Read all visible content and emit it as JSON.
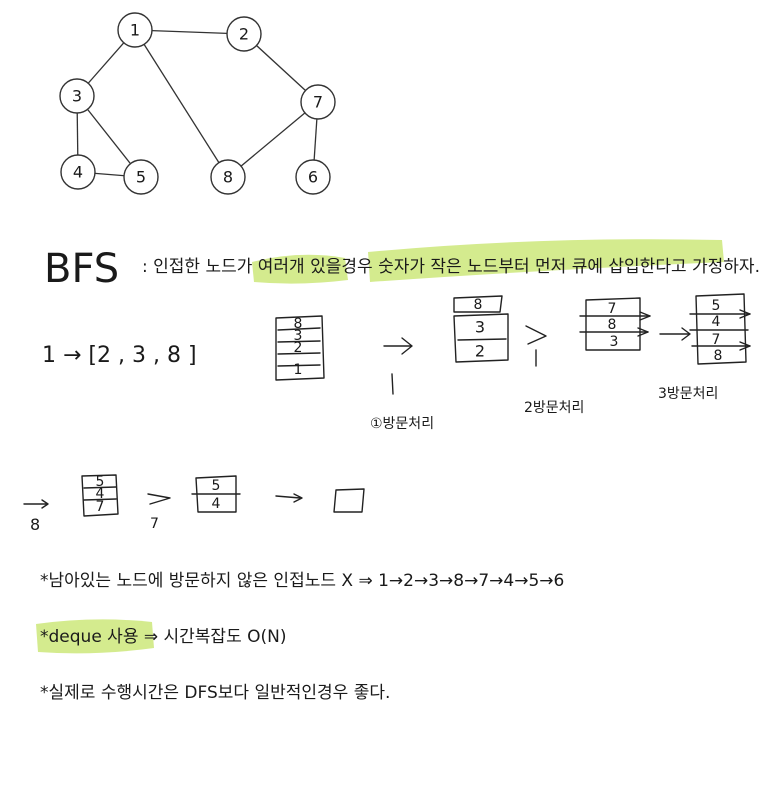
{
  "graph": {
    "nodes": [
      {
        "id": "1"
      },
      {
        "id": "2"
      },
      {
        "id": "3"
      },
      {
        "id": "7"
      },
      {
        "id": "4"
      },
      {
        "id": "5"
      },
      {
        "id": "8"
      },
      {
        "id": "6"
      }
    ],
    "edges": [
      [
        "1",
        "2"
      ],
      [
        "1",
        "3"
      ],
      [
        "1",
        "8"
      ],
      [
        "2",
        "7"
      ],
      [
        "3",
        "4"
      ],
      [
        "3",
        "5"
      ],
      [
        "4",
        "5"
      ],
      [
        "7",
        "8"
      ],
      [
        "7",
        "6"
      ]
    ]
  },
  "note": {
    "title": "BFS",
    "rule": ": 인접한 노드가 여러개 있을경우 숫자가 작은 노드부터 먼저 큐에 삽입한다고 가정하자.",
    "start_line": "1 → [2 , 3 , 8 ]",
    "queue1": [
      "8",
      "3",
      "2",
      "1"
    ],
    "queue2": [
      "8",
      "3",
      "2"
    ],
    "queue3": [
      "7",
      "8",
      "3"
    ],
    "queue4": [
      "5",
      "4",
      "7",
      "8"
    ],
    "queue5": [
      "5",
      "4",
      "7"
    ],
    "queue6": [
      "5",
      "4"
    ],
    "step1_pop": "1",
    "step1_label": "①방문처리",
    "step2_pop": "1",
    "step2_label": "2방문처리",
    "step3_label": "3방문처리",
    "row2_pop1": "8",
    "row2_pop2": "7",
    "bullet1": "*남아있는 노드에 방문하지 않은 인접노드 X  ⇒ 1→2→3→8→7→4→5→6",
    "bullet2": "*deque 사용  ⇒ 시간복잡도 O(N)",
    "bullet3": "*실제로 수행시간은 DFS보다 일반적인경우 좋다."
  }
}
